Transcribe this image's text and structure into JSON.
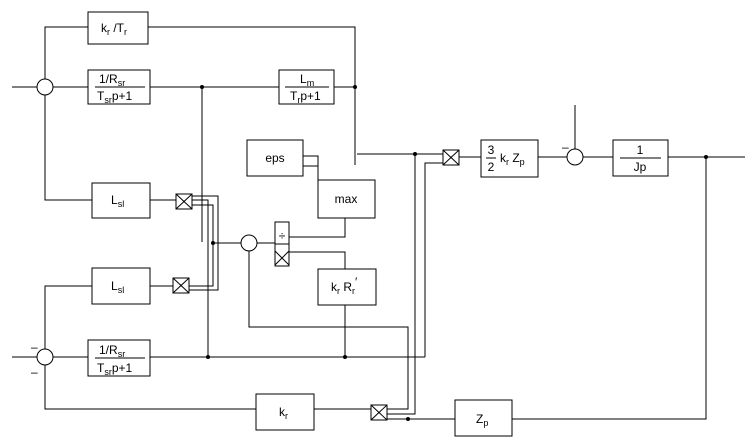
{
  "blocks": {
    "kr_over_Tr": {
      "a": "k",
      "a_sub": "r",
      "b": " /T",
      "b_sub": "r"
    },
    "rsr_top": {
      "num": "1/R",
      "num_sub": "sr",
      "den": "T",
      "den_sub": "sr",
      "den_tail": "p+1"
    },
    "lm_filter": {
      "num": "L",
      "num_sub": "m",
      "den": "T",
      "den_sub": "r",
      "den_tail": "p+1"
    },
    "eps": {
      "label": "eps"
    },
    "max": {
      "label": "max"
    },
    "lsl_top": {
      "label": "L",
      "sub": "sl"
    },
    "lsl_bottom": {
      "label": "L",
      "sub": "sl"
    },
    "kr_rr": {
      "a": "k",
      "a_sub": "r",
      "b": " R",
      "b_sub": "r",
      "prime": "′"
    },
    "rsr_bottom": {
      "num": "1/R",
      "num_sub": "sr",
      "den": "T",
      "den_sub": "sr",
      "den_tail": "p+1"
    },
    "kr": {
      "label": "k",
      "sub": "r"
    },
    "zp": {
      "label": "Z",
      "sub": "p"
    },
    "torque_gain": {
      "num": "3",
      "den": "2",
      "mid": "k",
      "mid_sub": "r",
      "tail": " Z",
      "tail_sub": "p"
    },
    "inertia": {
      "num": "1",
      "den": "Jp"
    },
    "divider": {
      "symbol": "÷"
    }
  },
  "signs": {
    "top_summer_minus": "–",
    "bottom_summer_minus_left": "–",
    "bottom_summer_minus_below": "–"
  }
}
